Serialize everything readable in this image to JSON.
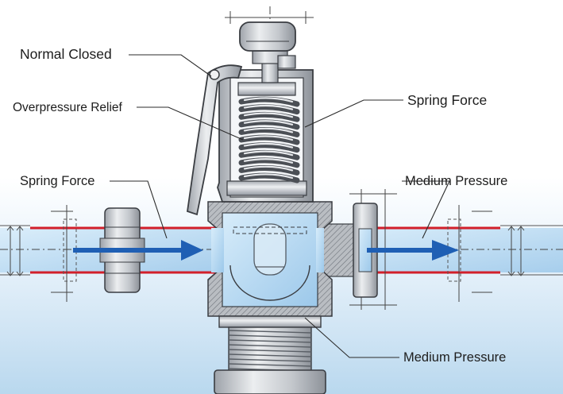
{
  "callouts": {
    "normal_closed": "Normal Closed",
    "overpressure_relief": "Overpressure Relief",
    "spring_force_left": "Spring Force",
    "spring_force_right": "Spring Force",
    "medium_pressure_right": "Medium Pressure",
    "medium_pressure_bottom": "Medium Pressure"
  },
  "colors": {
    "metal": "#c9ccd0",
    "metal_dark": "#8e939a",
    "outline": "#3a3d42",
    "pipe_wall": "#d21f2a",
    "flow_arrow": "#1f5fb4",
    "medium": "#bcdcf2"
  }
}
